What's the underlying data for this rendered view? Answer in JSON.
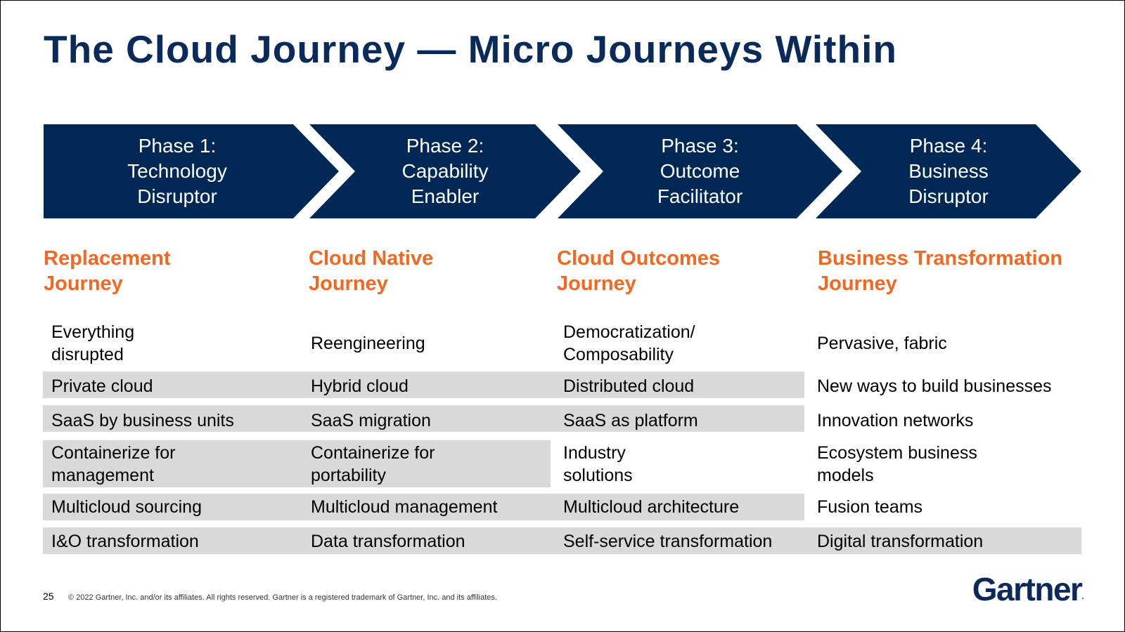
{
  "title": "The Cloud Journey — Micro Journeys Within",
  "colors": {
    "navy": "#002856",
    "orange": "#f26722",
    "row_gray": "#d9d9d9"
  },
  "phases": [
    {
      "label": "Phase 1:\nTechnology\nDisruptor"
    },
    {
      "label": "Phase 2:\nCapability\nEnabler"
    },
    {
      "label": "Phase 3:\nOutcome\nFacilitator"
    },
    {
      "label": "Phase 4:\nBusiness\nDisruptor"
    }
  ],
  "journeys": [
    {
      "label": "Replacement\nJourney"
    },
    {
      "label": "Cloud Native\nJourney"
    },
    {
      "label": "Cloud Outcomes\nJourney"
    },
    {
      "label": "Business Transformation\nJourney"
    }
  ],
  "rows": [
    {
      "cells": [
        "Everything\ndisrupted",
        "Reengineering",
        "Democratization/\nComposability",
        "Pervasive, fabric"
      ]
    },
    {
      "cells": [
        "Private cloud",
        "Hybrid cloud",
        "Distributed cloud",
        "New ways to build businesses"
      ]
    },
    {
      "cells": [
        "SaaS by business units",
        "SaaS migration",
        "SaaS as platform",
        "Innovation networks"
      ]
    },
    {
      "cells": [
        "Containerize for\nmanagement",
        "Containerize for\nportability",
        "Industry\nsolutions",
        "Ecosystem business\nmodels"
      ]
    },
    {
      "cells": [
        "Multicloud sourcing",
        "Multicloud management",
        "Multicloud architecture",
        "Fusion teams"
      ]
    },
    {
      "cells": [
        "I&O transformation",
        "Data transformation",
        "Self-service transformation",
        "Digital transformation"
      ]
    }
  ],
  "footer": {
    "page_number": "25",
    "copyright": "© 2022 Gartner, Inc. and/or its affiliates. All rights reserved. Gartner is a registered trademark of Gartner, Inc. and its affiliates."
  },
  "logo": {
    "text": "Gartner",
    "mark": "."
  }
}
